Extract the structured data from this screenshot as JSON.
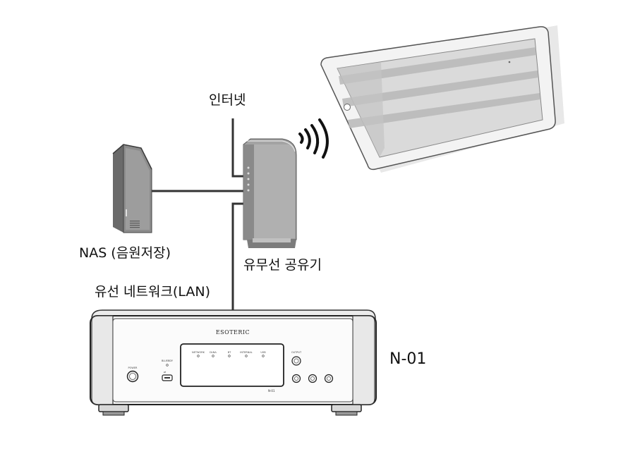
{
  "labels": {
    "internet": "인터넷",
    "nas": "NAS (음원저장)",
    "router": "유무선 공유기",
    "wired_lan": "유선 네트워크(LAN)",
    "player": "N-01"
  },
  "player_panel": {
    "brand": "ESOTERIC",
    "power": "POWER",
    "bluetooth": "BLUEBDY",
    "indicators": [
      "NETWORK",
      "DLNA",
      "BT",
      "INTERNAL",
      "USB"
    ],
    "output": "OUTPUT",
    "model_mark": "N-01"
  },
  "colors": {
    "line": "#333333",
    "device_gray": "#9a9a9a",
    "screen_band": "#c8c8c8"
  }
}
